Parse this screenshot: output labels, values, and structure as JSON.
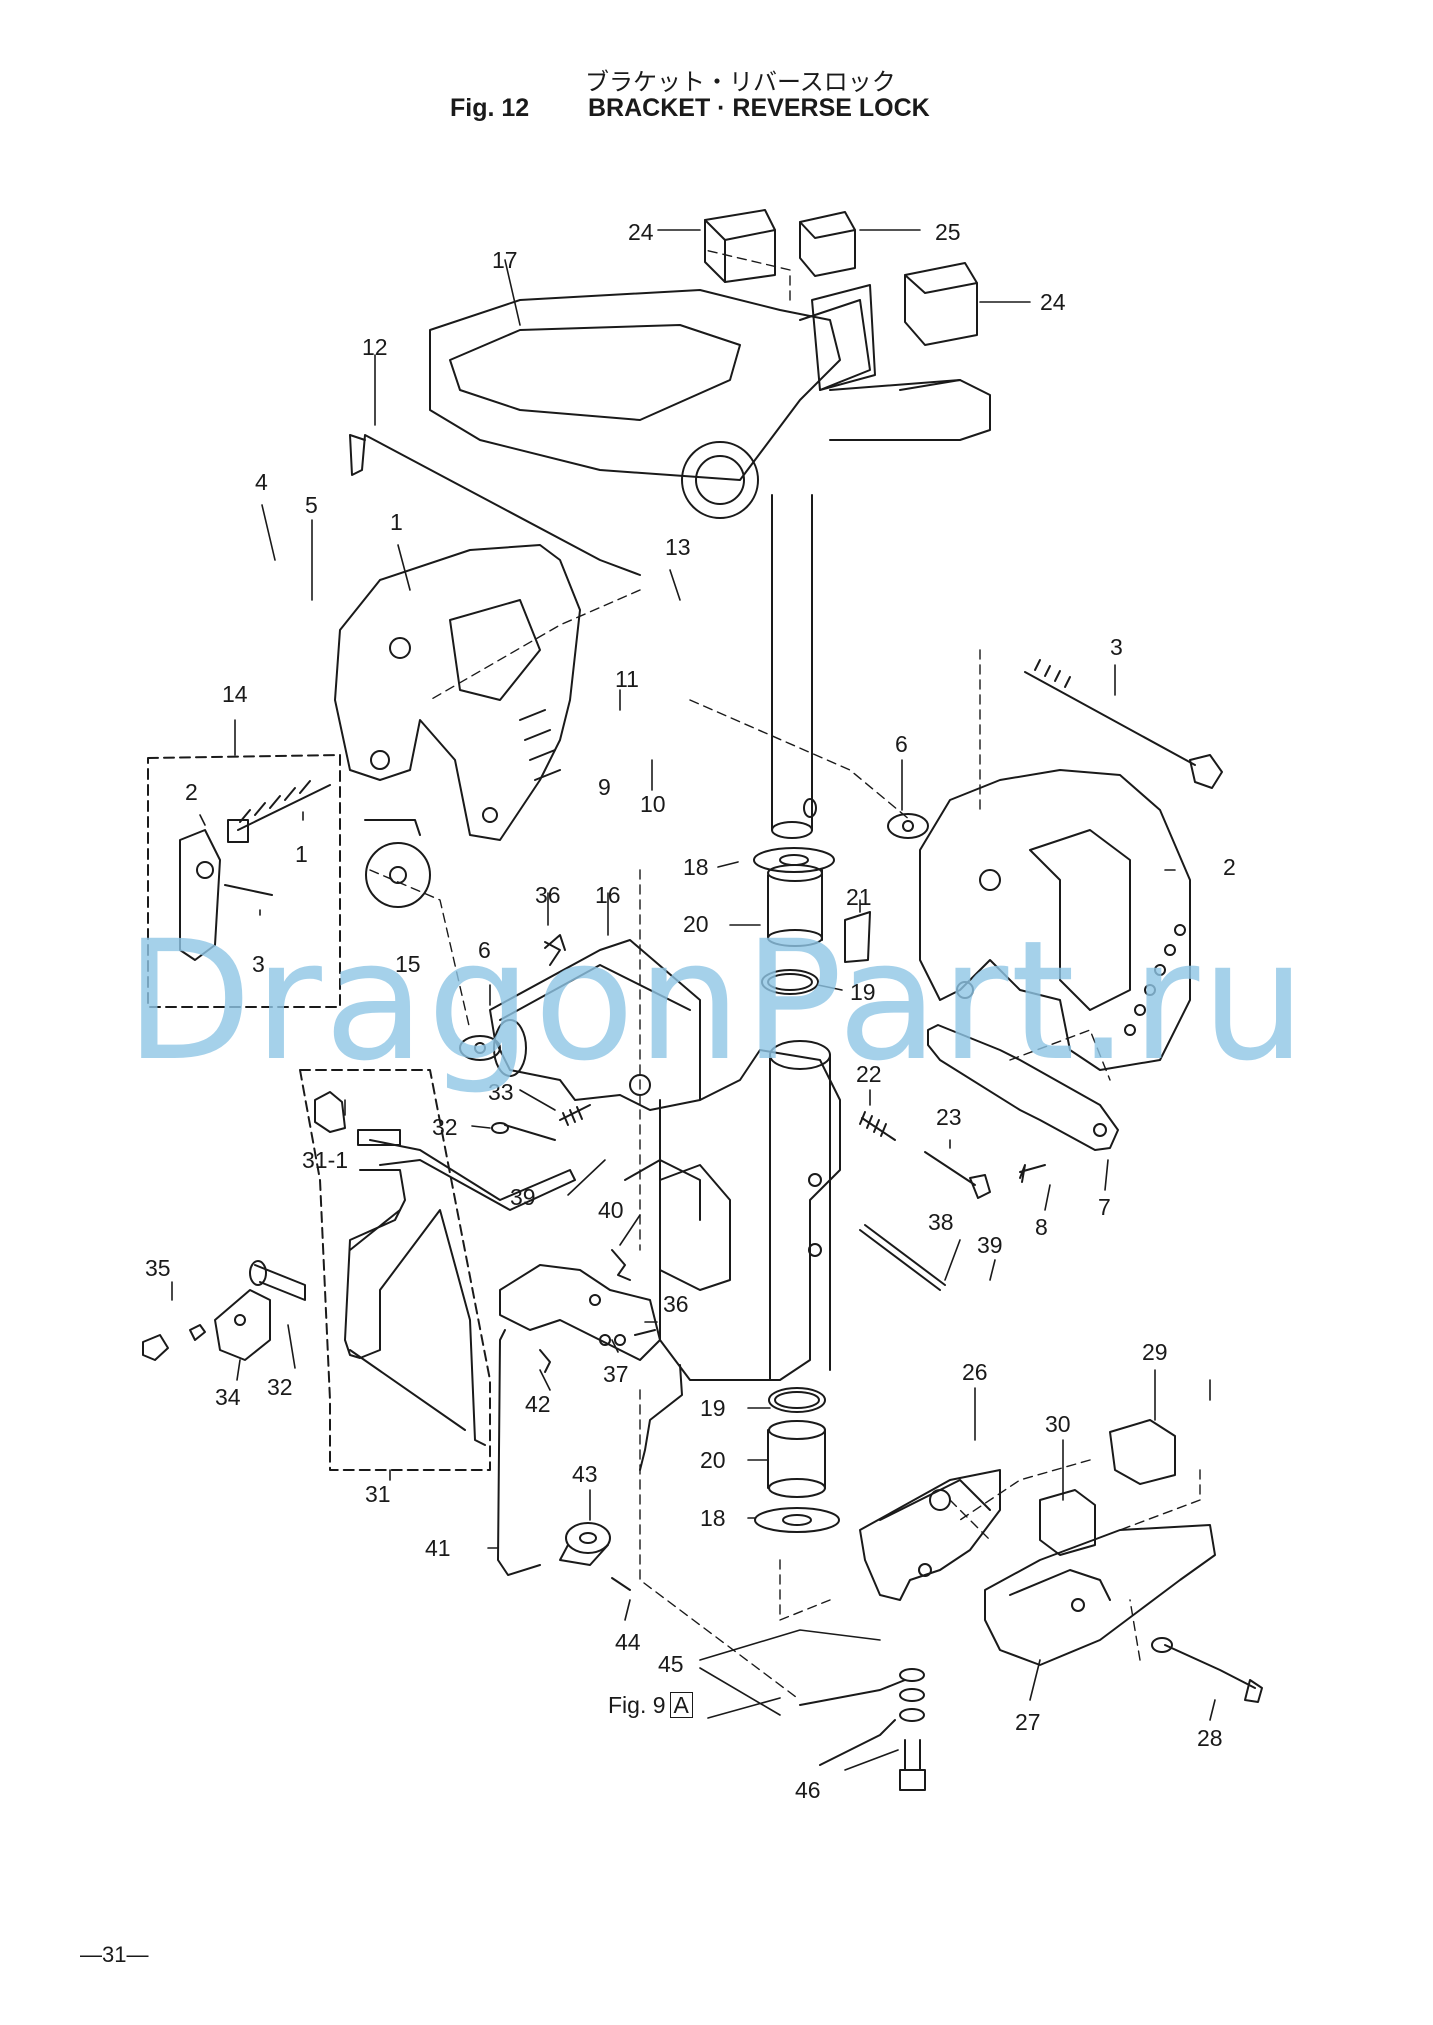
{
  "header": {
    "title_jp": "ブラケット・リバースロック",
    "fig_label": "Fig. 12",
    "title": "BRACKET · REVERSE LOCK"
  },
  "watermark": "DragonPart.ru",
  "figure_ref": {
    "text": "Fig. 9",
    "box": "A"
  },
  "page_number": "—31—",
  "part_labels": [
    "24",
    "25",
    "24",
    "17",
    "12",
    "4",
    "5",
    "1",
    "13",
    "11",
    "9",
    "10",
    "14",
    "2",
    "1",
    "3",
    "15",
    "3",
    "6",
    "2",
    "18",
    "21",
    "20",
    "19",
    "6",
    "36",
    "16",
    "33",
    "32",
    "31-1",
    "39",
    "22",
    "23",
    "8",
    "7",
    "40",
    "38",
    "39",
    "35",
    "34",
    "32",
    "37",
    "36",
    "42",
    "31",
    "26",
    "29",
    "30",
    "19",
    "20",
    "18",
    "43",
    "41",
    "44",
    "45",
    "27",
    "28",
    "46"
  ]
}
